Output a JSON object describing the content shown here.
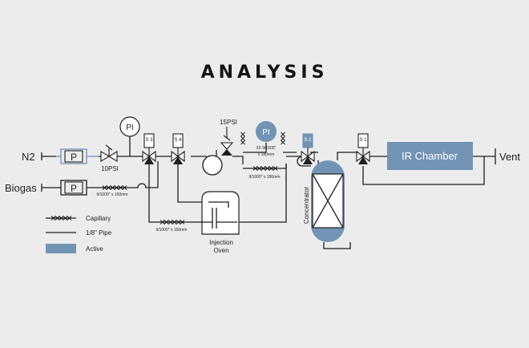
{
  "title": "ANALYSIS",
  "colors": {
    "background": "#ececec",
    "line": "#1e1e1e",
    "active": "#7393b4",
    "active_dark": "#5f7f9f"
  },
  "inputs": {
    "n2": "N2",
    "biogas": "Biogas",
    "pump_label": "P"
  },
  "gauges": {
    "pi_left": "PI",
    "pi_right": "PI"
  },
  "regulators": {
    "reg_10psi": "10PSI",
    "reg_15psi": "15PSI"
  },
  "valves": {
    "s3": "S 3",
    "s4": "S 4",
    "s2": "S 2",
    "s1": "S 1"
  },
  "capillaries": {
    "biogas_cap": "9/1000\" x 150mm",
    "oven_cap": "9/1000\" x 150mm",
    "upper_cap_1": "2X 9/1000\"",
    "upper_cap_2": "x 180mm",
    "lower_cap": "9/1000\" x 180mm"
  },
  "components": {
    "concentrator": "Concentrator",
    "ir_chamber": "IR Chamber",
    "vent": "Vent",
    "oven_line_1": "Injection",
    "oven_line_2": "Oven"
  },
  "legend": {
    "capillary": "Capillary",
    "pipe": "1/8\" Pipe",
    "active": "Active"
  }
}
